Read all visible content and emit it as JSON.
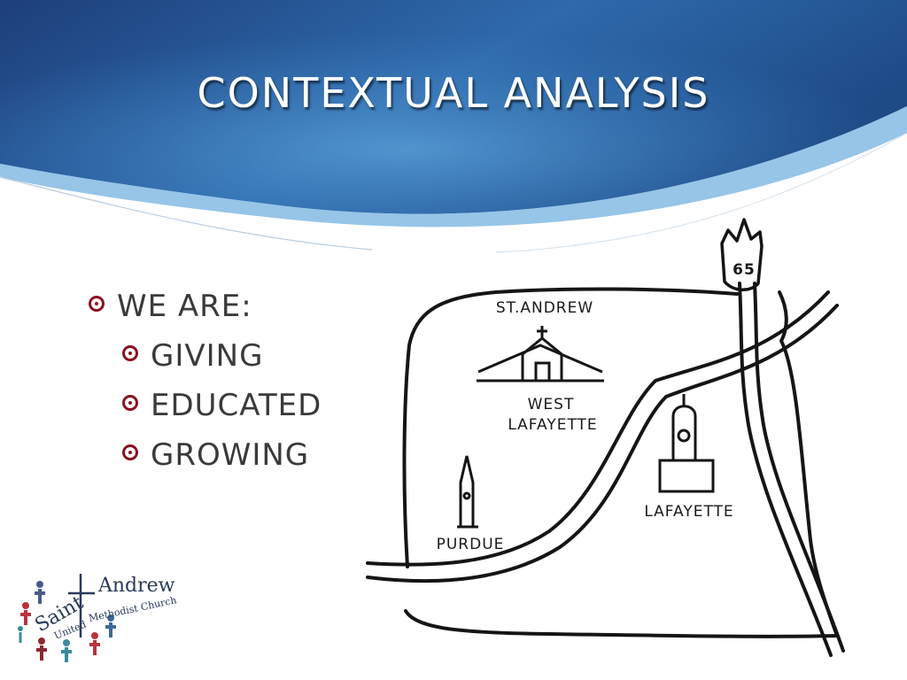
{
  "slide": {
    "title": "CONTEXTUAL ANALYSIS",
    "colors": {
      "header_dark": "#1d3f7a",
      "header_light": "#3f86c4",
      "bullet": "#8a1020",
      "text": "#3a3a3a"
    }
  },
  "bullets": {
    "main": "WE ARE:",
    "sub": [
      "GIVING",
      "EDUCATED",
      "GROWING"
    ]
  },
  "map": {
    "highway_number": "65",
    "labels": {
      "st_andrew": "ST.ANDREW",
      "west_lafayette_1": "WEST",
      "west_lafayette_2": "LAFAYETTE",
      "lafayette": "LAFAYETTE",
      "purdue": "PURDUE"
    }
  },
  "logo": {
    "saint": "Saint",
    "andrew": "Andrew",
    "united": "United",
    "methodist": "Methodist Church"
  }
}
